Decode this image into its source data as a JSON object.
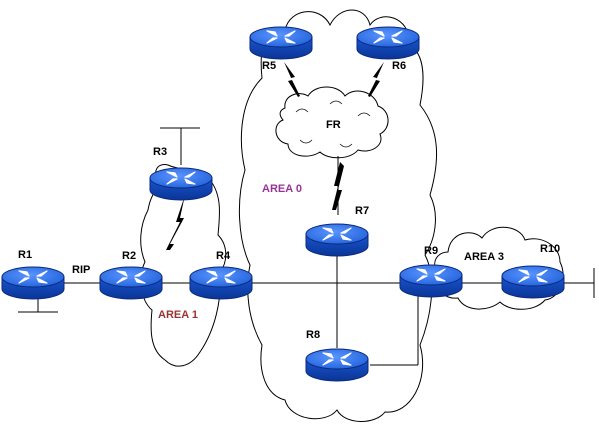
{
  "routers": [
    {
      "id": "r1",
      "label": "R1"
    },
    {
      "id": "r2",
      "label": "R2"
    },
    {
      "id": "r3",
      "label": "R3"
    },
    {
      "id": "r4",
      "label": "R4"
    },
    {
      "id": "r5",
      "label": "R5"
    },
    {
      "id": "r6",
      "label": "R6"
    },
    {
      "id": "r7",
      "label": "R7"
    },
    {
      "id": "r8",
      "label": "R8"
    },
    {
      "id": "r9",
      "label": "R9"
    },
    {
      "id": "r10",
      "label": "R10"
    }
  ],
  "labels": {
    "rip": "RIP",
    "fr": "FR"
  },
  "areas": {
    "area0": {
      "label": "AREA 0",
      "color": "#993399"
    },
    "area1": {
      "label": "AREA 1",
      "color": "#993333"
    },
    "area3": {
      "label": "AREA 3",
      "color": "#000000"
    }
  },
  "colors": {
    "router_top": "#2f6fe6",
    "router_side": "#0b3fb0",
    "router_edge": "#0a2a7a",
    "router_arrow": "#ffffff"
  }
}
